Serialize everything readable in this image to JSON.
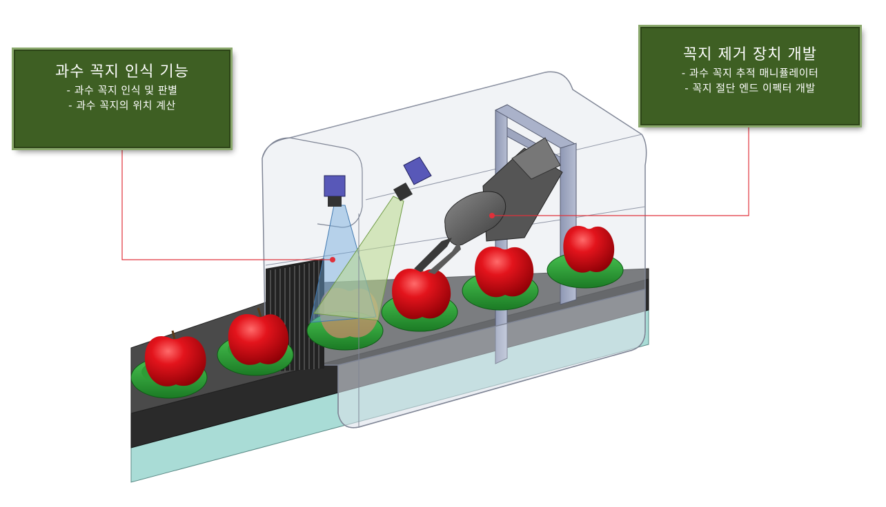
{
  "callouts": {
    "left": {
      "title": "과수 꼭지 인식 기능",
      "lines": [
        "- 과수 꼭지 인식 및 판별",
        "- 과수 꼭지의 위치 계산"
      ]
    },
    "right": {
      "title": "꼭지 제거 장치 개발",
      "lines": [
        "- 과수 꼭지 추적 매니퓰레이터",
        "- 꼭지 절단 엔드 이펙터 개발"
      ]
    }
  },
  "colors": {
    "callout_bg": "#3e5f23",
    "leader_line": "#e0303a",
    "apple": "#d9141c",
    "tray": "#2fa23a",
    "belt_top": "#2b2b2b",
    "belt_side": "#a9dcd6",
    "camera": "#5858b8",
    "camera_fov_1": "#6fa8dc",
    "camera_fov_2": "#b9d98c"
  },
  "icons": {
    "camera_1": "camera-icon",
    "camera_2": "camera-icon",
    "gripper": "robot-gripper-icon",
    "apple": "apple-icon"
  }
}
